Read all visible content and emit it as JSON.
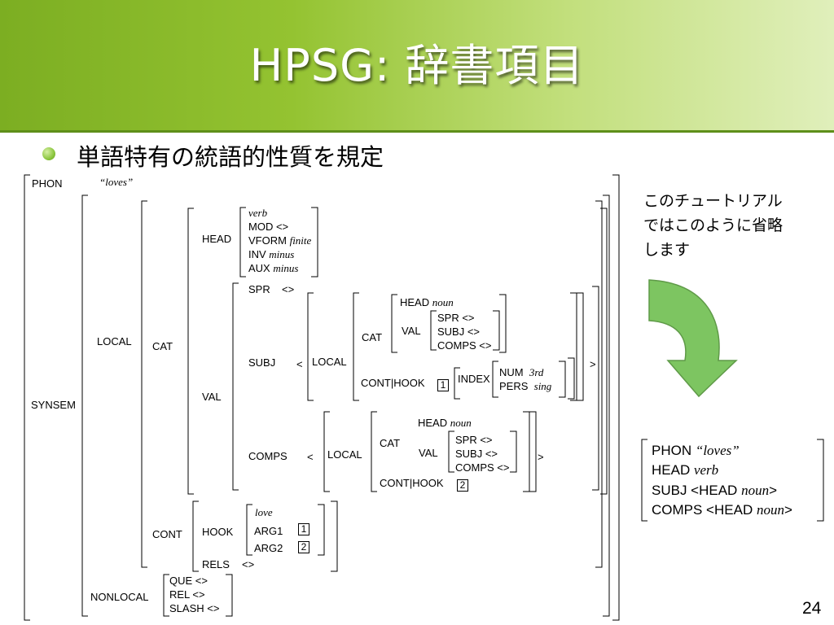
{
  "title": "HPSG: 辞書項目",
  "bullet": "単語特有の統語的性質を規定",
  "avm": {
    "phon_attr": "PHON",
    "phon_val": "“loves”",
    "synsem": "SYNSEM",
    "local": "LOCAL",
    "cat": "CAT",
    "head": "HEAD",
    "head_vals": [
      "verb",
      "MOD <>",
      "VFORM",
      "finite",
      "INV",
      "minus",
      "AUX",
      "minus"
    ],
    "val": "VAL",
    "spr": "SPR",
    "spr_val": "<>",
    "subj": "SUBJ",
    "lt": "<",
    "gt": ">",
    "inner_local": "LOCAL",
    "inner_cat": "CAT",
    "inner_head": "HEAD",
    "noun": "noun",
    "inner_val": "VAL",
    "inner_spr": "SPR <>",
    "inner_subj": "SUBJ <>",
    "inner_comps": "COMPS <>",
    "cont_hook": "CONT|HOOK",
    "index": "INDEX",
    "num": "NUM",
    "num_val": "3rd",
    "pers": "PERS",
    "pers_val": "sing",
    "tag1": "1",
    "tag2": "2",
    "comps": "COMPS",
    "cont": "CONT",
    "hook": "HOOK",
    "love": "love",
    "arg1": "ARG1",
    "arg2": "ARG2",
    "rels": "RELS",
    "rels_val": "<>",
    "nonlocal": "NONLOCAL",
    "que": "QUE <>",
    "rel": "REL <>",
    "slash": "SLASH <>"
  },
  "note_lines": [
    "このチュートリアル",
    "ではこのように省略",
    "します"
  ],
  "arrow_color": "#7dc561",
  "summary": {
    "phon": "PHON",
    "phon_val": "“loves”",
    "head": "HEAD",
    "head_val": "verb",
    "subj": "SUBJ <HEAD",
    "subj_noun": "noun",
    "subj_close": ">",
    "comps": "COMPS <HEAD",
    "comps_noun": "noun",
    "comps_close": ">"
  },
  "page_number": "24"
}
